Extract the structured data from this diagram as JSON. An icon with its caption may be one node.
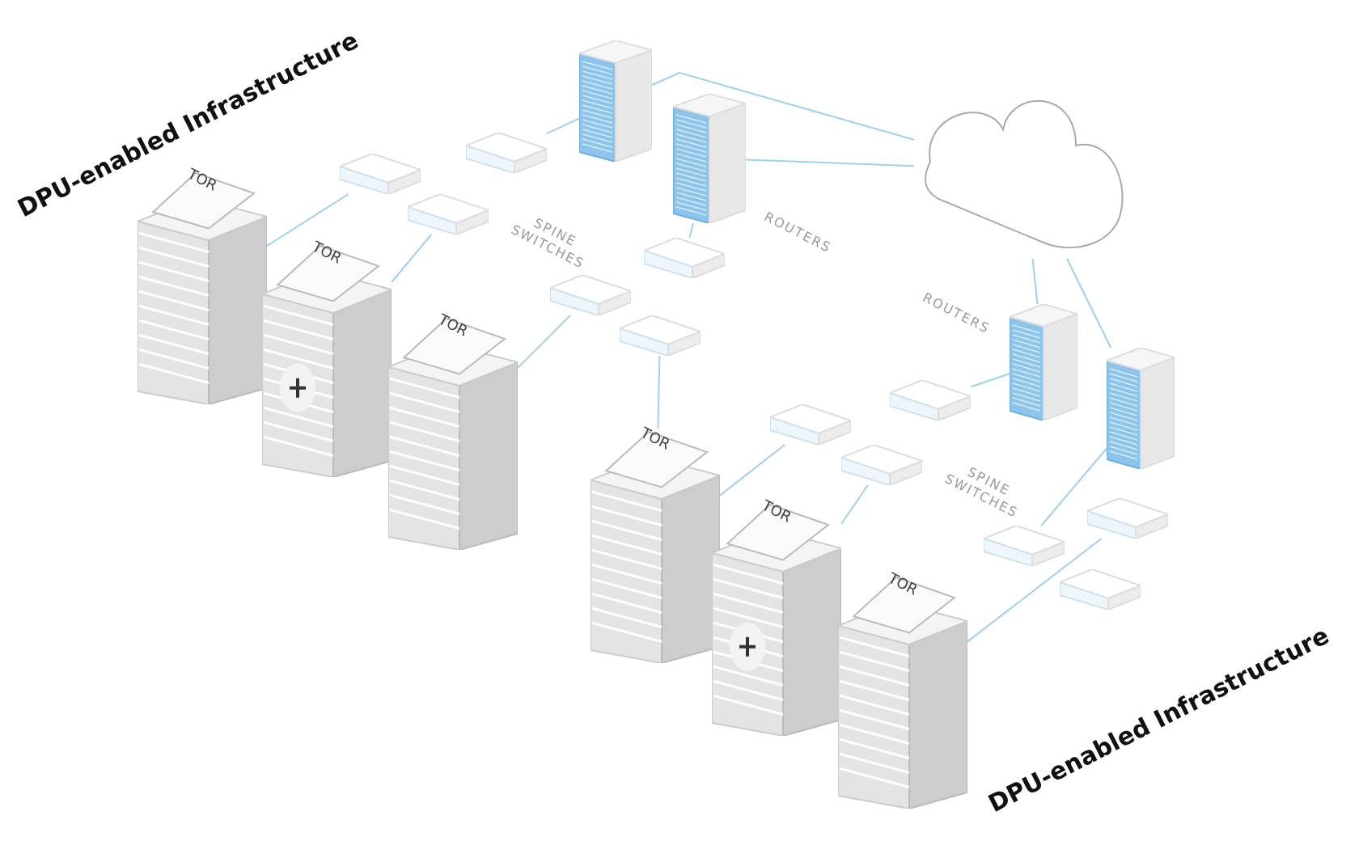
{
  "diagram": {
    "nodes": [
      {
        "text": [
          "TOR"
        ]
      },
      {
        "text": [
          "TOR"
        ]
      },
      {
        "text": [
          "TOR"
        ]
      },
      {
        "text": [
          "TOR"
        ]
      },
      {
        "text": [
          "TOR"
        ]
      },
      {
        "text": [
          "TOR"
        ]
      },
      {
        "text": [],
        "shape": "box"
      },
      {
        "text": [],
        "shape": "box"
      },
      {
        "text": [],
        "shape": "box"
      },
      {
        "text": [],
        "shape": "box"
      },
      {
        "text": [],
        "shape": "cloud"
      },
      {
        "text": [],
        "shape": "box"
      },
      {
        "text": [],
        "shape": "box"
      },
      {
        "text": [],
        "shape": "box"
      },
      {
        "text": [],
        "shape": "box"
      },
      {
        "text": [],
        "shape": "box"
      },
      {
        "text": [],
        "shape": "box"
      },
      {
        "text": [],
        "shape": "box"
      },
      {
        "text": [],
        "shape": "box"
      },
      {
        "text": [],
        "shape": "box"
      },
      {
        "text": [],
        "shape": "box"
      },
      {
        "text": [],
        "shape": "box"
      },
      {
        "text": [],
        "shape": "box"
      }
    ],
    "edges": [
      {
        "from": 0,
        "to": 11,
        "arrow": "none"
      },
      {
        "from": 1,
        "to": 13,
        "arrow": "none"
      },
      {
        "from": 2,
        "to": 15,
        "arrow": "none"
      },
      {
        "from": 12,
        "to": 6,
        "arrow": "none"
      },
      {
        "from": 14,
        "to": 7,
        "arrow": "none"
      },
      {
        "from": 16,
        "to": 3,
        "arrow": "none"
      },
      {
        "from": 3,
        "to": 17,
        "arrow": "none"
      },
      {
        "from": 4,
        "to": 19,
        "arrow": "none"
      },
      {
        "from": 5,
        "to": 21,
        "arrow": "none"
      },
      {
        "from": 18,
        "to": 8,
        "arrow": "none"
      },
      {
        "from": 20,
        "to": 9,
        "arrow": "none"
      },
      {
        "from": 6,
        "to": 10,
        "arrow": "none"
      },
      {
        "from": 7,
        "to": 10,
        "arrow": "none"
      },
      {
        "from": 8,
        "to": 10,
        "arrow": "none"
      },
      {
        "from": 9,
        "to": 10,
        "arrow": "none"
      }
    ],
    "labels": [
      "DPU-enabled Infrastructure",
      "SPINE SWITCHES",
      "ROUTERS",
      "ROUTERS",
      "SPINE SWITCHES",
      "DPU-enabled Infrastructure"
    ]
  }
}
